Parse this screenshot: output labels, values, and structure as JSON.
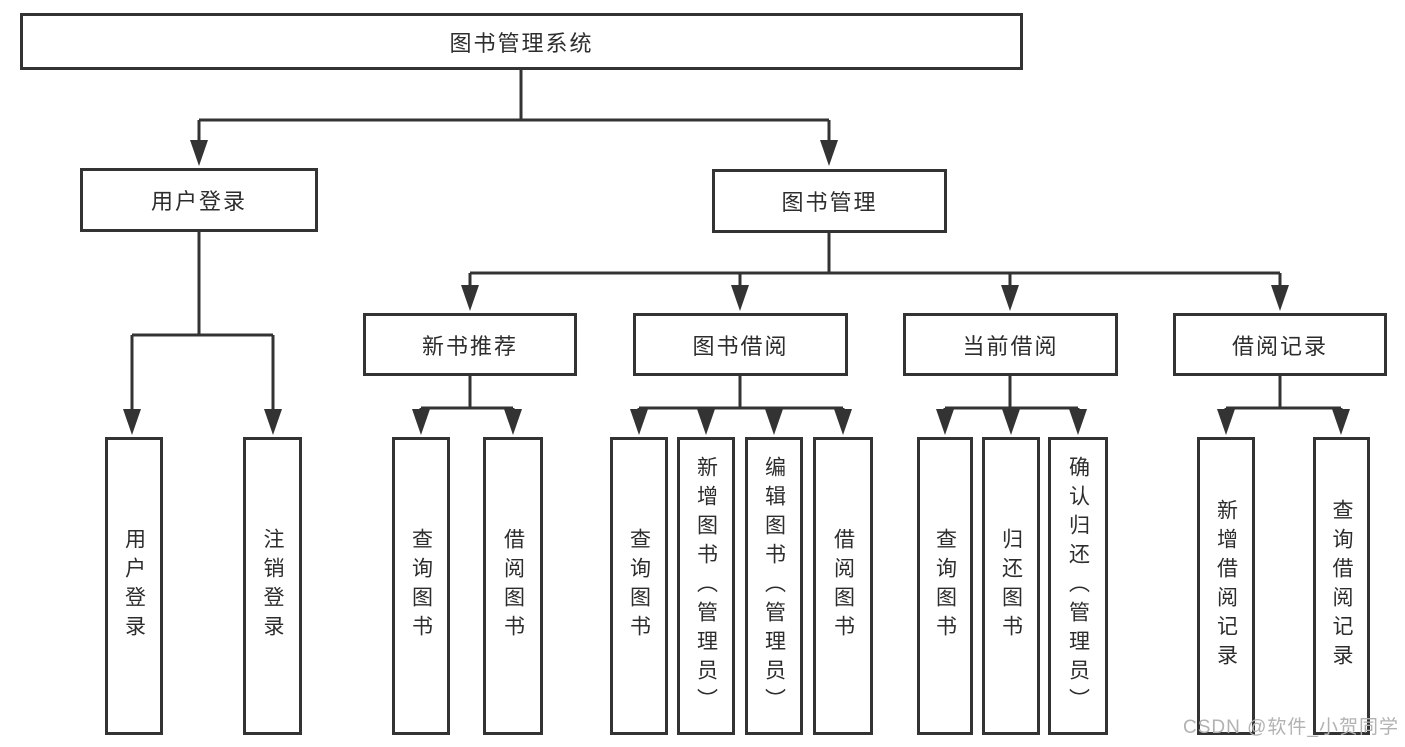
{
  "diagram_title": "图书管理系统",
  "tree": {
    "root": "图书管理系统",
    "level2": {
      "user_login": "用户登录",
      "book_mgmt": "图书管理"
    },
    "level3": {
      "new_book_rec": "新书推荐",
      "book_borrow": "图书借阅",
      "current_borrow": "当前借阅",
      "borrow_record": "借阅记录"
    },
    "leaves": {
      "user_login_leaf": "用户登录",
      "logout": "注销登录",
      "query_book_a": "查询图书",
      "borrow_book_a": "借阅图书",
      "query_book_b": "查询图书",
      "add_book": "新增图书（管理员）",
      "edit_book": "编辑图书（管理员）",
      "borrow_book_b": "借阅图书",
      "query_book_c": "查询图书",
      "return_book": "归还图书",
      "confirm_return": "确认归还（管理员）",
      "add_borrow_record": "新增借阅记录",
      "query_borrow_record": "查询借阅记录"
    }
  },
  "watermark": "CSDN @软件_小贺同学",
  "colors": {
    "background": "#ffffff",
    "box_border": "#333333",
    "connector_line": "#333333",
    "text": "#2d2d2d",
    "watermark": "#b2b2b2"
  }
}
